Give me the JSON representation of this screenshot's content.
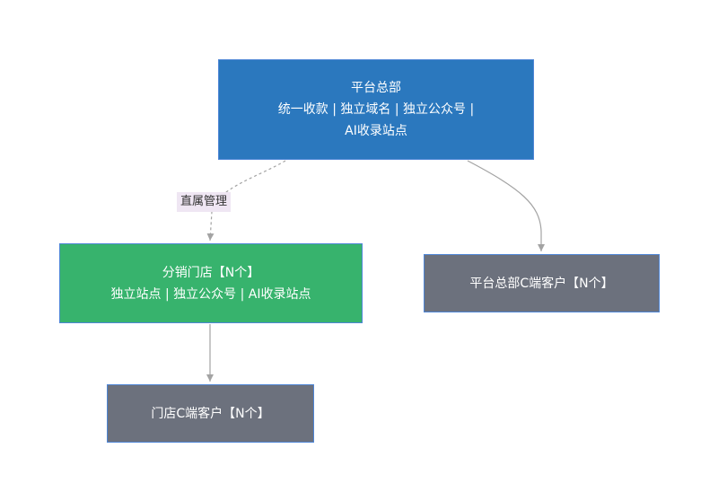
{
  "nodes": {
    "hq": {
      "lines": [
        "平台总部",
        "统一收款 | 独立域名 | 独立公众号 |",
        "AI收录站点"
      ],
      "color": "#2b78be"
    },
    "store": {
      "lines": [
        "分销门店【N个】",
        "独立站点 | 独立公众号 | AI收录站点"
      ],
      "color": "#37b36d"
    },
    "hq_customers": {
      "lines": [
        "平台总部C端客户【N个】"
      ],
      "color": "#6c717d"
    },
    "store_customers": {
      "lines": [
        "门店C端客户【N个】"
      ],
      "color": "#6c717d"
    }
  },
  "edges": [
    {
      "from": "hq",
      "to": "store",
      "label": "直属管理",
      "style": "dashed"
    },
    {
      "from": "hq",
      "to": "hq_customers",
      "label": "",
      "style": "solid"
    },
    {
      "from": "store",
      "to": "store_customers",
      "label": "",
      "style": "solid"
    }
  ],
  "colors": {
    "edge": "#a3a3a3",
    "node_border": "#4f86d6",
    "label_bg": "#efe6f3"
  }
}
